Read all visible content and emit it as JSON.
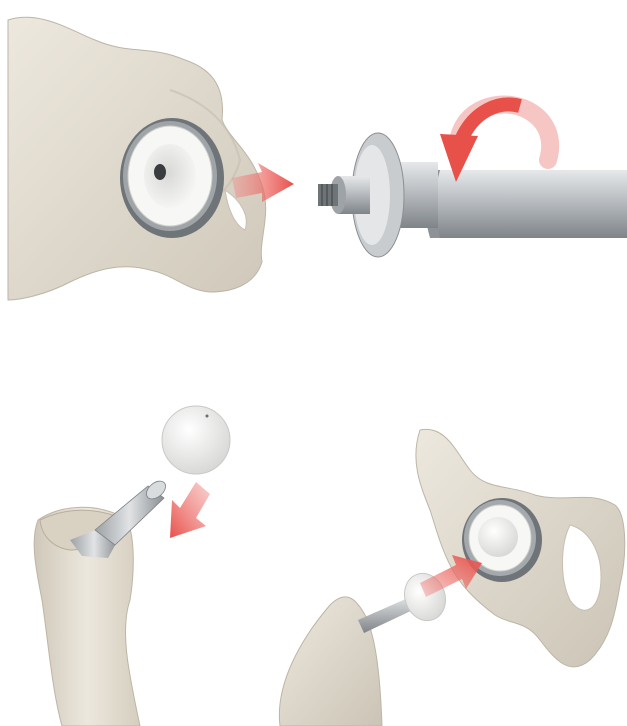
{
  "colors": {
    "background": "#ffffff",
    "bone": "#e7e2d8",
    "bone_shadow": "#c9c2b4",
    "implant_metal": "#b8bcc0",
    "implant_white": "#f4f4f2",
    "arrow_red": "#e8504a"
  },
  "icons": {
    "insert_arrow": "arrow-right-icon",
    "rotate_arrow": "rotate-arrow-icon",
    "place_arrow": "arrow-down-left-icon"
  },
  "scenes": {
    "top": "acetabular-cup-insertion",
    "bottom_left": "femoral-head-placement",
    "bottom_right": "hip-joint-reduction"
  }
}
